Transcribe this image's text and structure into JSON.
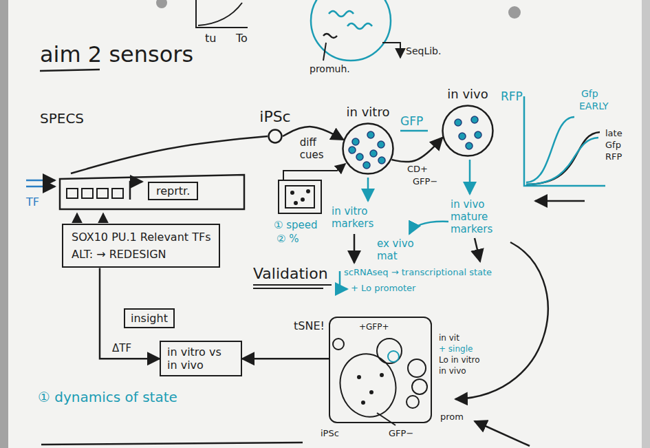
{
  "diagram": {
    "title": "aim 2 sensors",
    "nodes": [
      {
        "text": [
          "iPSc"
        ]
      },
      {
        "text": [
          "in vitro"
        ]
      },
      {
        "text": [
          "in vivo"
        ]
      },
      {
        "text": [
          "reprtr."
        ]
      },
      {
        "text": [
          "SOX10 PU.1 Relevant TFs",
          "ALT: → REDESIGN"
        ]
      },
      {
        "text": [
          "insight"
        ]
      },
      {
        "text": [
          "in vitro vs in vivo"
        ]
      },
      {
        "text": [
          "tSNE!"
        ]
      }
    ],
    "edges": [
      {
        "from": 0,
        "to": 1,
        "arrow": "to",
        "label": "diff cues"
      },
      {
        "from": 1,
        "to": 2,
        "arrow": "to"
      },
      {
        "from": 3,
        "to": 0,
        "arrow": "none"
      },
      {
        "from": 4,
        "to": 6,
        "arrow": "to",
        "label": "ΔTF"
      },
      {
        "from": 7,
        "to": 6,
        "arrow": "to"
      }
    ],
    "labels": [
      "tu",
      "To",
      "promuh.",
      "SeqLib.",
      "SPECS",
      "TF",
      "GFP",
      "CD+",
      "GFP−",
      "RFP",
      "Gfp",
      "EARLY",
      "late",
      "Gfp",
      "RFP",
      "① speed",
      "② %",
      "in vitro markers",
      "in vivo mature markers",
      "ex vivo mat",
      "Validation",
      "scRNAseq → transcriptional state",
      "+ Lo promoter",
      "① dynamics of state",
      "+GFP+",
      "in vit",
      "+ single",
      "Lo in vitro",
      "in vivo",
      "iPSc",
      "GFP−",
      "prom"
    ]
  }
}
